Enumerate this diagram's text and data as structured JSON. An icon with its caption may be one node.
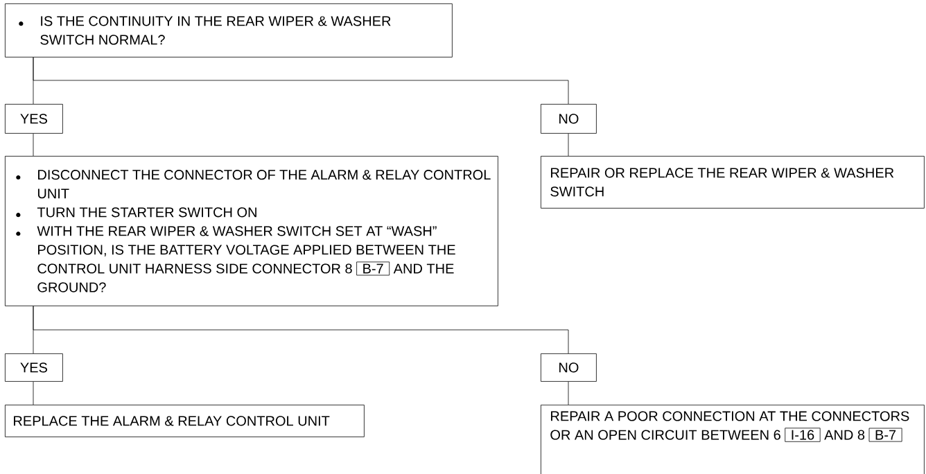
{
  "diagram": {
    "nodes": [
      {
        "text": [
          "IS THE CONTINUITY IN THE REAR WIPER & WASHER SWITCH NORMAL?"
        ]
      },
      {
        "text": [
          "YES"
        ]
      },
      {
        "text": [
          "NO"
        ]
      },
      {
        "text": [
          "DISCONNECT THE CONNECTOR OF THE ALARM & RELAY CONTROL UNIT",
          "TURN THE STARTER SWITCH ON",
          "WITH THE REAR WIPER & WASHER SWITCH SET AT “WASH” POSITION, IS THE BATTERY VOLTAGE APPLIED BETWEEN THE CONTROL UNIT HARNESS SIDE CONNECTOR 8",
          "AND THE GROUND?"
        ]
      },
      {
        "text": [
          "B-7"
        ],
        "in": 3
      },
      {
        "text": [
          "REPAIR OR REPLACE THE REAR WIPER & WASHER SWITCH"
        ]
      },
      {
        "text": [
          "YES"
        ]
      },
      {
        "text": [
          "NO"
        ]
      },
      {
        "text": [
          "REPLACE THE ALARM & RELAY CONTROL UNIT"
        ]
      },
      {
        "text": [
          "REPAIR A POOR CONNECTION AT THE CONNECTORS OR AN OPEN CIRCUIT BETWEEN 6",
          "AND 8"
        ]
      },
      {
        "text": [
          "I-16"
        ],
        "in": 9
      },
      {
        "text": [
          "B-7"
        ],
        "in": 9
      }
    ],
    "edges": [
      {
        "from": 0,
        "to": 1,
        "arrow": "none"
      },
      {
        "from": 0,
        "to": 2,
        "arrow": "none"
      },
      {
        "from": 1,
        "to": 3,
        "arrow": "none"
      },
      {
        "from": 2,
        "to": 5,
        "arrow": "none"
      },
      {
        "from": 3,
        "to": 6,
        "arrow": "none"
      },
      {
        "from": 3,
        "to": 7,
        "arrow": "none"
      },
      {
        "from": 6,
        "to": 8,
        "arrow": "none"
      },
      {
        "from": 7,
        "to": 9,
        "arrow": "none"
      }
    ]
  }
}
